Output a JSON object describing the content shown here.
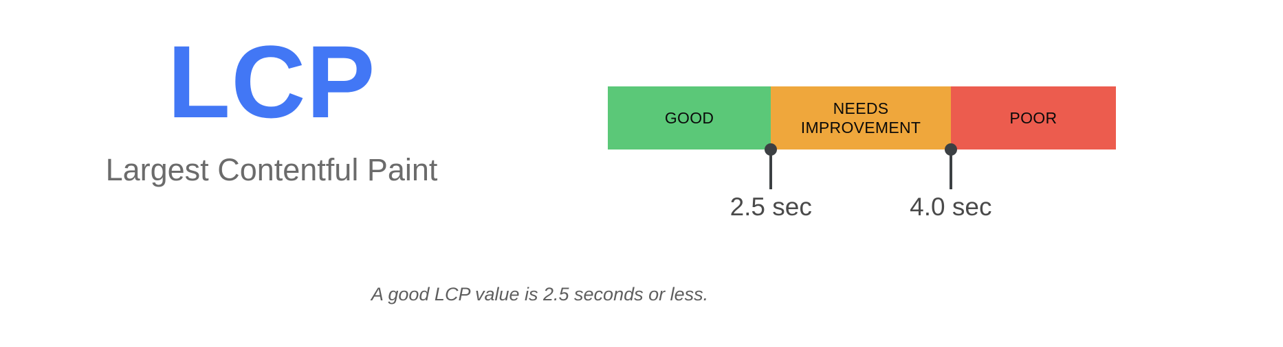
{
  "metric": {
    "acronym": "LCP",
    "full_name": "Largest Contentful Paint",
    "acronym_color": "#4277F5",
    "full_name_color": "#6B6B6B"
  },
  "caption": {
    "text": "A good LCP value is 2.5 seconds or less.",
    "color": "#5E5E5E"
  },
  "chart_data": {
    "type": "bar",
    "title": "LCP threshold bar",
    "orientation": "horizontal-stacked",
    "unit": "seconds",
    "xlabel": "",
    "ylabel": "",
    "grid": false,
    "legend": "none",
    "categories": [
      "GOOD",
      "NEEDS IMPROVEMENT",
      "POOR"
    ],
    "values": [
      32.1,
      35.4,
      32.5
    ],
    "segments": [
      {
        "label": "GOOD",
        "color": "#5BC878",
        "width_percent": 32.1,
        "range_min": 0,
        "range_max": 2.5
      },
      {
        "label": "NEEDS IMPROVEMENT",
        "color": "#EFA73C",
        "width_percent": 35.4,
        "range_min": 2.5,
        "range_max": 4.0
      },
      {
        "label": "POOR",
        "color": "#EC5C4E",
        "width_percent": 32.5,
        "range_min": 4.0,
        "range_max": null
      }
    ],
    "thresholds": [
      {
        "label": "2.5 sec",
        "value": 2.5,
        "position_percent": 32.1
      },
      {
        "label": "4.0 sec",
        "value": 4.0,
        "position_percent": 67.5
      }
    ],
    "marker_color": "#3C4043",
    "segment_label_color": "#0A0A0A"
  }
}
